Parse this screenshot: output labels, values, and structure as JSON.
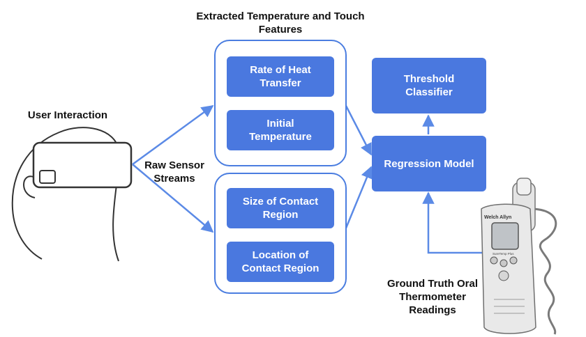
{
  "labels": {
    "features_title": "Extracted Temperature and Touch\nFeatures",
    "user_interaction": "User Interaction",
    "raw_sensor_streams": "Raw Sensor\nStreams",
    "ground_truth": "Ground Truth Oral\nThermometer\nReadings"
  },
  "boxes": {
    "rate_of_heat_transfer": "Rate of Heat\nTransfer",
    "initial_temperature": "Initial\nTemperature",
    "size_of_contact_region": "Size of Contact\nRegion",
    "location_of_contact_region": "Location of\nContact Region",
    "regression_model": "Regression Model",
    "threshold_classifier": "Threshold\nClassifier"
  },
  "device": {
    "brand": "Welch Allyn",
    "model": "SureTemp Plus"
  },
  "colors": {
    "box_fill": "#4a78df",
    "arrow": "#5b8ae6",
    "group_border": "#4a7de0"
  }
}
